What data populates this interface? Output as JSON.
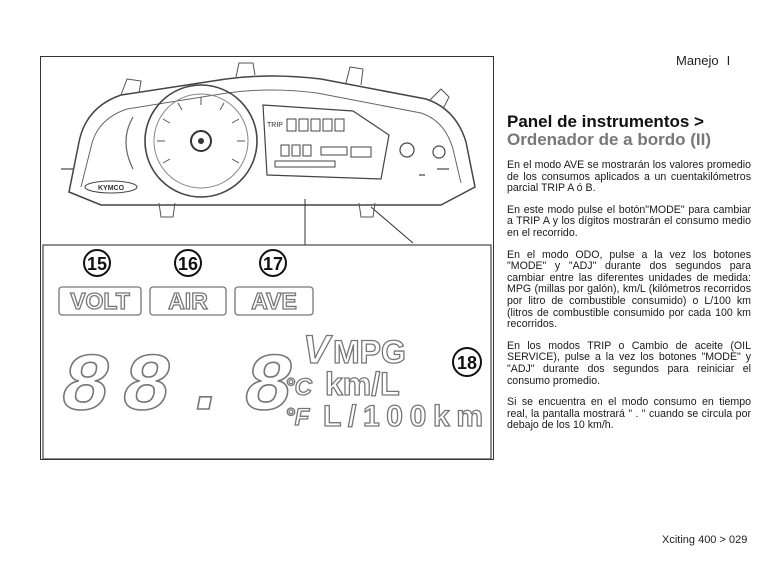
{
  "header": {
    "section": "Manejo",
    "separator": "I"
  },
  "title": {
    "main": "Panel de instrumentos >",
    "sub": "Ordenador de a bordo (II)"
  },
  "paragraphs": [
    "En el modo AVE se mostrarán los valores promedio de los consumos aplicados a un cuentakilómetros parcial TRIP A ó B.",
    "En este modo pulse el botón\"MODE\" para cambiar a TRIP A y los dígitos mostrarán el consumo medio en el recorrido.",
    "En el modo ODO, pulse a la vez los botones \"MODE\" y \"ADJ\" durante dos segundos para cambiar entre las diferentes unidades de medida: MPG (millas por galón), km/L (kilómetros recorridos por litro de combustible consumido) o L/100 km (litros de combustible consumido por cada 100 km recorridos.",
    "En los modos TRIP o Cambio de aceite (OIL SERVICE), pulse a la vez los botones \"MODE\" y \"ADJ\" durante dos segundos para reiniciar el consumo promedio.",
    "Si se encuentra en el modo consumo en tiempo real, la pantalla mostrará \"  .  \" cuando se circula por debajo de los 10 km/h."
  ],
  "figure": {
    "callouts": [
      "15",
      "16",
      "17",
      "18"
    ],
    "indicators": [
      "VOLT",
      "AIR",
      "AVE"
    ],
    "digits": "88.8",
    "volt_letter": "V",
    "units": [
      "MPG",
      "km/L",
      "L/100km"
    ],
    "temp_units": [
      "°C",
      "°F"
    ],
    "brand": "KYMCO",
    "trip_label": "TRIP"
  },
  "footer": {
    "model": "Xciting 400",
    "page": "029"
  }
}
